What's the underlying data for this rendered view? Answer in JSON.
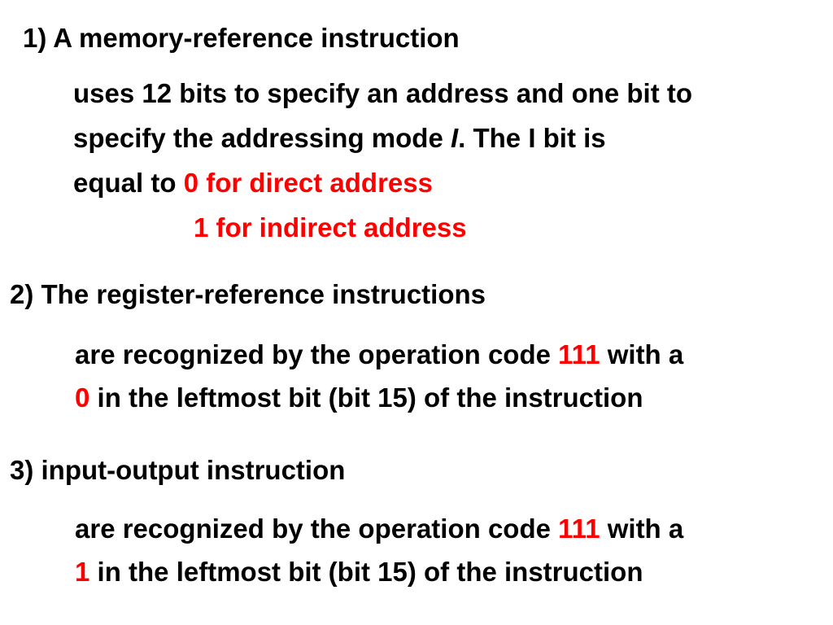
{
  "slide": {
    "item1": {
      "heading": "1)  A memory-reference instruction",
      "line1": "uses 12 bits to specify an address and one bit to",
      "line2_pre": "specify the addressing mode ",
      "line2_italic": "I",
      "line2_post": ". The I bit is",
      "line3_pre": "equal to ",
      "line3_red": "0 for direct address",
      "line4_red": "1 for indirect address"
    },
    "item2": {
      "heading": "2) The register-reference instructions",
      "line1_pre": "are recognized by the operation code ",
      "line1_red": "111",
      "line1_post": " with a",
      "line2_red": "0",
      "line2_post": " in the leftmost bit (bit 15) of the instruction"
    },
    "item3": {
      "heading": "3) input-output instruction",
      "line1_pre": "are recognized by the operation code ",
      "line1_red": "111",
      "line1_post": " with a",
      "line2_red": "1",
      "line2_post": " in the leftmost bit (bit 15) of the instruction"
    }
  },
  "colors": {
    "text": "#000000",
    "accent": "#ff0000",
    "background": "#ffffff"
  }
}
